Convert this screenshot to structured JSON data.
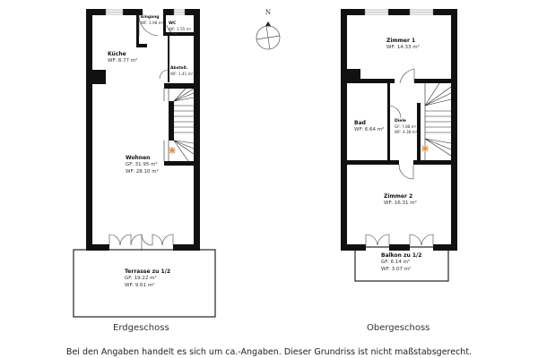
{
  "compass": {
    "label": "N"
  },
  "ground_floor": {
    "title": "Erdgeschoss",
    "rooms": [
      {
        "name": "Eingang",
        "area_lines": [
          "WF: 1.98 m²"
        ]
      },
      {
        "name": "WC",
        "area_lines": [
          "WF: 1.55 m²"
        ]
      },
      {
        "name": "Küche",
        "area_lines": [
          "WF: 8.77 m²"
        ]
      },
      {
        "name": "Abstell.",
        "area_lines": [
          "WF: 1.41 m²"
        ]
      },
      {
        "name": "Wohnen",
        "area_lines": [
          "GF: 31.95 m²",
          "WF: 28.10 m²"
        ]
      },
      {
        "name": "Terrasse zu 1/2",
        "area_lines": [
          "GF: 19.22 m²",
          "WF: 9.61 m²"
        ]
      }
    ]
  },
  "upper_floor": {
    "title": "Obergeschoss",
    "rooms": [
      {
        "name": "Zimmer 1",
        "area_lines": [
          "WF: 14.33 m²"
        ]
      },
      {
        "name": "Bad",
        "area_lines": [
          "WF: 6.64 m²"
        ]
      },
      {
        "name": "Diele",
        "area_lines": [
          "GF: 7.88 m²",
          "WF: 4.38 m²"
        ]
      },
      {
        "name": "Zimmer 2",
        "area_lines": [
          "WF: 16.31 m²"
        ]
      },
      {
        "name": "Balkon zu 1/2",
        "area_lines": [
          "GF: 6.14 m²",
          "WF: 3.07 m²"
        ]
      }
    ]
  },
  "footer": {
    "disclaimer": "Bei den Angaben handelt es sich um ca.-Angaben. Dieser Grundriss ist nicht maßstabsgerecht."
  },
  "colors": {
    "wall": "#111111",
    "line": "#333333",
    "stair_marker": "#e08a3c",
    "background": "#ffffff"
  }
}
